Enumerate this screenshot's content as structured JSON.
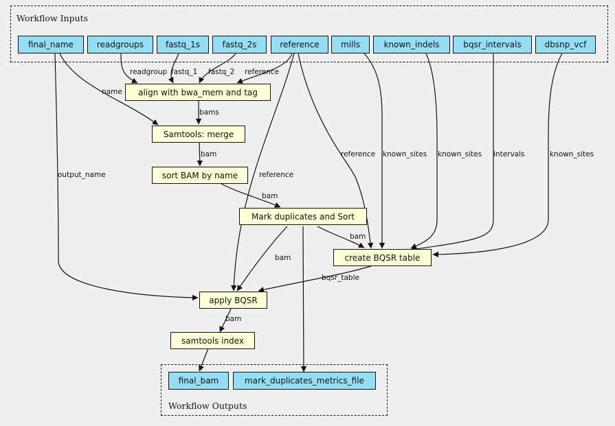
{
  "clusters": {
    "inputs": {
      "label": "Workflow Inputs"
    },
    "outputs": {
      "label": "Workflow Outputs"
    }
  },
  "colors": {
    "io_fill": "#94ddf4",
    "step_fill": "#ffffd8",
    "background": "#efefef"
  },
  "inputs": {
    "final_name": "final_name",
    "readgroups": "readgroups",
    "fastq_1s": "fastq_1s",
    "fastq_2s": "fastq_2s",
    "reference": "reference",
    "mills": "mills",
    "known_indels": "known_indels",
    "bqsr_intervals": "bqsr_intervals",
    "dbsnp_vcf": "dbsnp_vcf"
  },
  "steps": {
    "align": "align with bwa_mem and tag",
    "merge": "Samtools: merge",
    "sort": "sort BAM by name",
    "markdup": "Mark duplicates and Sort",
    "bqsr_table": "create BQSR table",
    "apply_bqsr": "apply BQSR",
    "index": "samtools index"
  },
  "outputs": {
    "final_bam": "final_bam",
    "metrics": "mark_duplicates_metrics_file"
  },
  "edge_labels": {
    "readgroups_align": "readgroup",
    "fastq1_align": "fastq_1",
    "fastq2_align": "fastq_2",
    "reference_align": "reference",
    "final_name_merge": "name",
    "align_merge": "bams",
    "merge_sort": "bam",
    "final_name_apply": "output_name",
    "reference_apply": "reference",
    "sort_markdup": "bam",
    "reference_bqsr": "reference",
    "mills_bqsr": "known_sites",
    "known_indels_bqsr": "known_sites",
    "intervals_bqsr": "intervals",
    "dbsnp_bqsr": "known_sites",
    "markdup_bqsr": "bam",
    "markdup_apply": "bam",
    "bqsr_apply": "bqsr_table",
    "apply_index": "bam"
  }
}
